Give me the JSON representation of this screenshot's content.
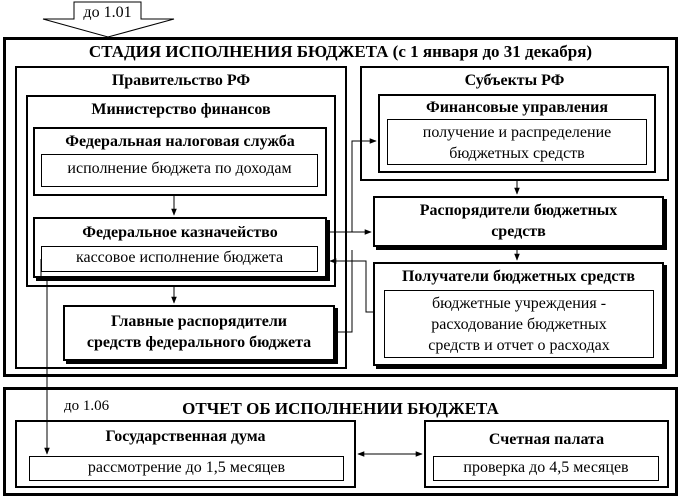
{
  "top_arrow_label": "до 1.01",
  "stage": {
    "title": "СТАДИЯ ИСПОЛНЕНИЯ БЮДЖЕТА (с 1 января до 31 декабря)",
    "government": {
      "title": "Правительство РФ",
      "ministry": {
        "title": "Министерство финансов",
        "tax_service": {
          "title": "Федеральная налоговая служба",
          "text": "исполнение бюджета по доходам"
        },
        "treasury": {
          "title": "Федеральное казначейство",
          "text": "кассовое исполнение бюджета"
        }
      },
      "chief_managers": {
        "line1": "Главные распорядители",
        "line2": "средств федерального бюджета"
      }
    },
    "subjects": {
      "title": "Субъекты РФ",
      "finance_dept": {
        "title": "Финансовые управления",
        "line1": "получение и распределение",
        "line2": "бюджетных средств"
      }
    },
    "budget_managers": {
      "line1": "Распорядители бюджетных",
      "line2": "средств"
    },
    "recipients": {
      "title": "Получатели бюджетных средств",
      "line1": "бюджетные учреждения -",
      "line2": "расходование бюджетных",
      "line3": "средств и отчет о расходах"
    }
  },
  "report": {
    "deadline_label": "до 1.06",
    "title": "ОТЧЕТ ОБ ИСПОЛНЕНИИ БЮДЖЕТА",
    "duma": {
      "title": "Государственная дума",
      "text": "рассмотрение до 1,5 месяцев"
    },
    "audit": {
      "title": "Счетная палата",
      "text": "проверка до 4,5 месяцев"
    }
  }
}
